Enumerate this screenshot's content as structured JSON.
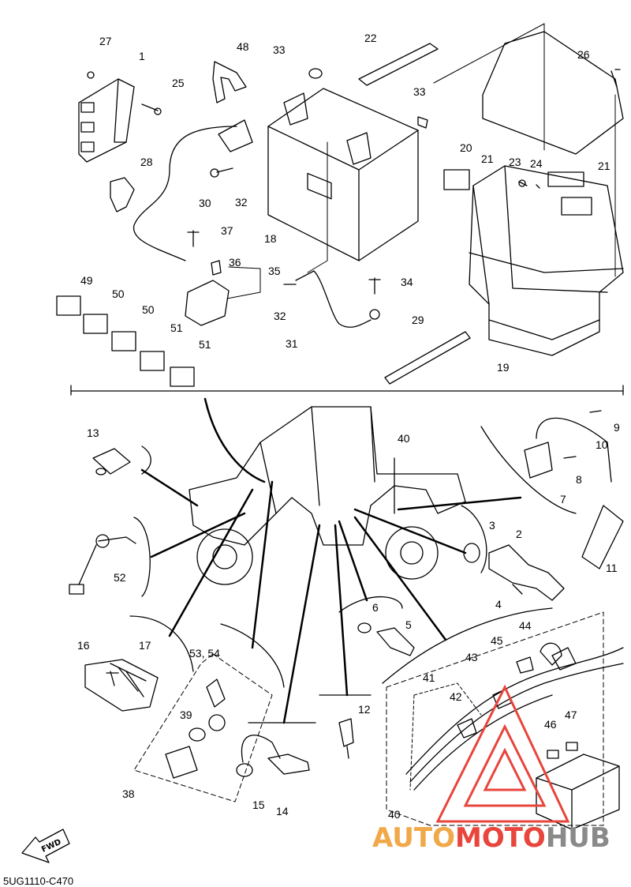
{
  "diagram": {
    "code": "5UG1110-C470",
    "fwd_label": "FWD",
    "watermark": {
      "part1": "AUTO",
      "part2": "MOTO",
      "part3": "HUB",
      "color_red": "#e8453c",
      "color_orange": "#f0a848",
      "color_gray": "#8a8a8a"
    },
    "callouts": [
      {
        "key": "c27",
        "text": "27"
      },
      {
        "key": "c1",
        "text": "1"
      },
      {
        "key": "c25",
        "text": "25"
      },
      {
        "key": "c48",
        "text": "48"
      },
      {
        "key": "c33a",
        "text": "33"
      },
      {
        "key": "c22",
        "text": "22"
      },
      {
        "key": "c33b",
        "text": "33"
      },
      {
        "key": "c26",
        "text": "26"
      },
      {
        "key": "c20",
        "text": "20"
      },
      {
        "key": "c21a",
        "text": "21"
      },
      {
        "key": "c23",
        "text": "23"
      },
      {
        "key": "c24",
        "text": "24"
      },
      {
        "key": "c21b",
        "text": "21"
      },
      {
        "key": "c28",
        "text": "28"
      },
      {
        "key": "c32a",
        "text": "32"
      },
      {
        "key": "c30",
        "text": "30"
      },
      {
        "key": "c37",
        "text": "37"
      },
      {
        "key": "c18",
        "text": "18"
      },
      {
        "key": "c36",
        "text": "36"
      },
      {
        "key": "c35",
        "text": "35"
      },
      {
        "key": "c34",
        "text": "34"
      },
      {
        "key": "c49",
        "text": "49"
      },
      {
        "key": "c50a",
        "text": "50"
      },
      {
        "key": "c50b",
        "text": "50"
      },
      {
        "key": "c32b",
        "text": "32"
      },
      {
        "key": "c29",
        "text": "29"
      },
      {
        "key": "c51a",
        "text": "51"
      },
      {
        "key": "c51b",
        "text": "51"
      },
      {
        "key": "c31",
        "text": "31"
      },
      {
        "key": "c19",
        "text": "19"
      },
      {
        "key": "c9",
        "text": "9"
      },
      {
        "key": "c10",
        "text": "10"
      },
      {
        "key": "c13",
        "text": "13"
      },
      {
        "key": "c40a",
        "text": "40"
      },
      {
        "key": "c8",
        "text": "8"
      },
      {
        "key": "c7",
        "text": "7"
      },
      {
        "key": "c3",
        "text": "3"
      },
      {
        "key": "c2",
        "text": "2"
      },
      {
        "key": "c52",
        "text": "52"
      },
      {
        "key": "c11",
        "text": "11"
      },
      {
        "key": "c4",
        "text": "4"
      },
      {
        "key": "c6",
        "text": "6"
      },
      {
        "key": "c5",
        "text": "5"
      },
      {
        "key": "c44",
        "text": "44"
      },
      {
        "key": "c16",
        "text": "16"
      },
      {
        "key": "c17",
        "text": "17"
      },
      {
        "key": "c5354",
        "text": "53, 54"
      },
      {
        "key": "c45",
        "text": "45"
      },
      {
        "key": "c43",
        "text": "43"
      },
      {
        "key": "c41",
        "text": "41"
      },
      {
        "key": "c42",
        "text": "42"
      },
      {
        "key": "c39",
        "text": "39"
      },
      {
        "key": "c12",
        "text": "12"
      },
      {
        "key": "c46",
        "text": "46"
      },
      {
        "key": "c47",
        "text": "47"
      },
      {
        "key": "c38",
        "text": "38"
      },
      {
        "key": "c15",
        "text": "15"
      },
      {
        "key": "c14",
        "text": "14"
      },
      {
        "key": "c40b",
        "text": "40"
      }
    ]
  }
}
